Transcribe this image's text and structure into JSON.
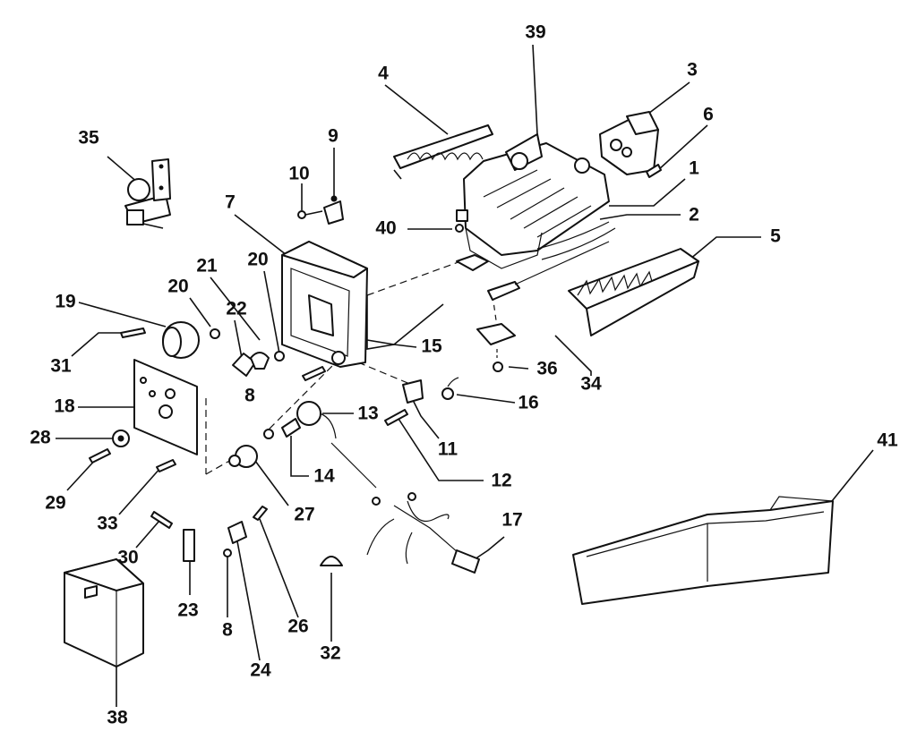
{
  "labels": {
    "l1": "1",
    "l2": "2",
    "l3": "3",
    "l4": "4",
    "l5": "5",
    "l6": "6",
    "l7": "7",
    "l8a": "8",
    "l8b": "8",
    "l9": "9",
    "l10": "10",
    "l11": "11",
    "l12": "12",
    "l13": "13",
    "l14": "14",
    "l15": "15",
    "l16": "16",
    "l17": "17",
    "l18": "18",
    "l19": "19",
    "l20a": "20",
    "l20b": "20",
    "l21": "21",
    "l22": "22",
    "l23": "23",
    "l24": "24",
    "l26": "26",
    "l27": "27",
    "l28": "28",
    "l29": "29",
    "l30": "30",
    "l31": "31",
    "l32": "32",
    "l33": "33",
    "l34": "34",
    "l35": "35",
    "l36": "36",
    "l38": "38",
    "l39": "39",
    "l40": "40",
    "l41": "41"
  }
}
